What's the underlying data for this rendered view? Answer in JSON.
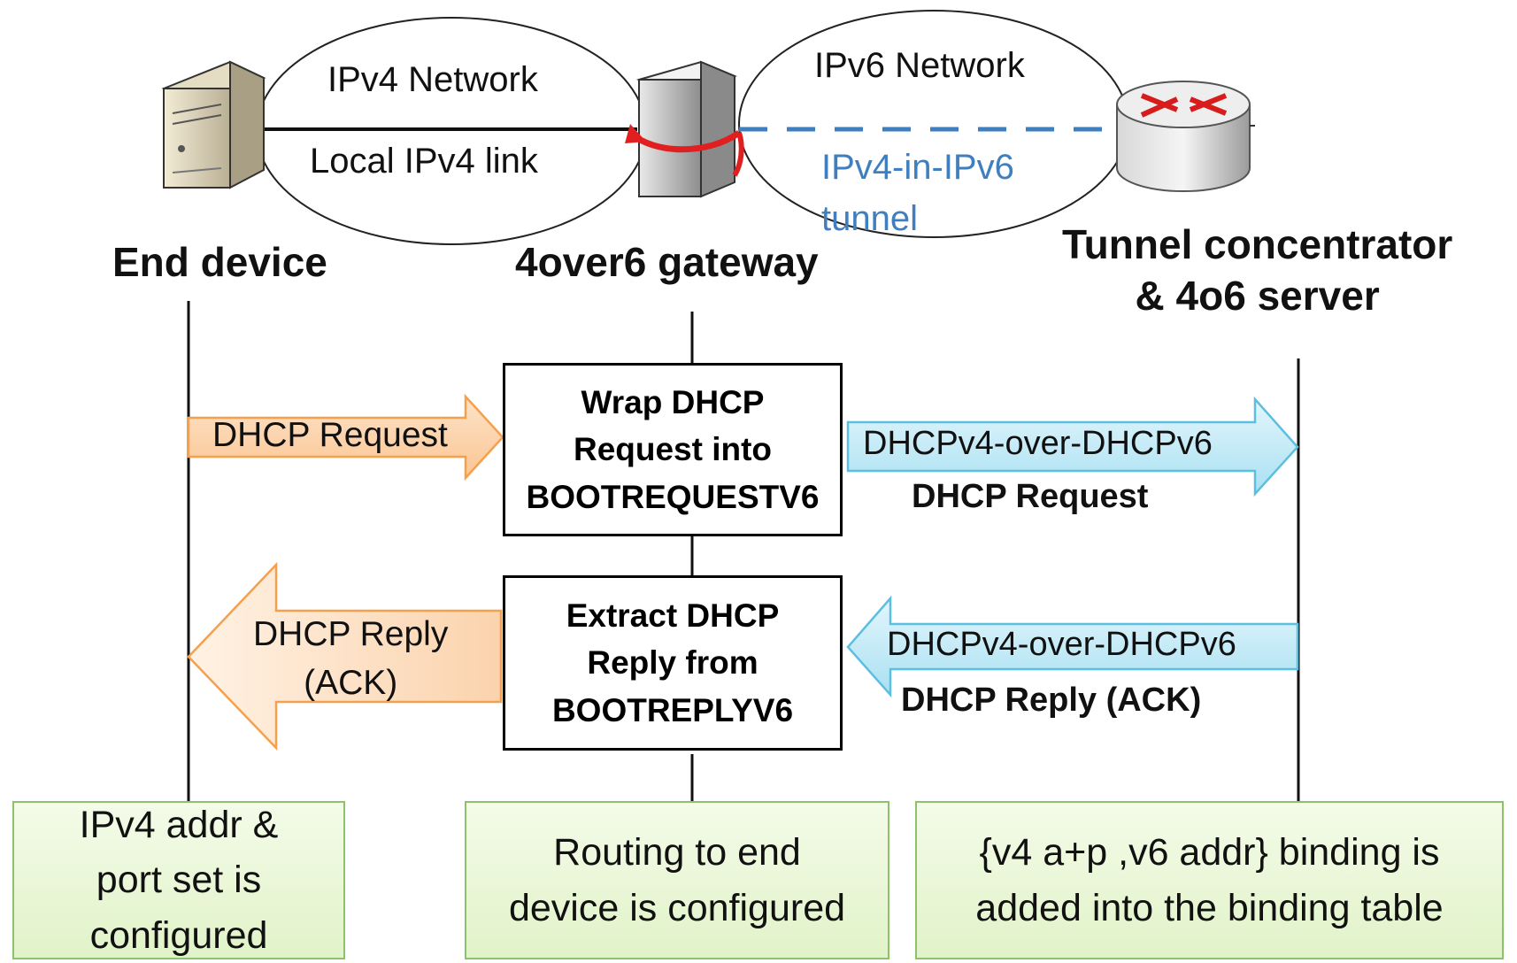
{
  "networks": {
    "ipv4_network": "IPv4 Network",
    "local_link": "Local IPv4 link",
    "ipv6_network": "IPv6 Network",
    "tunnel_line1": "IPv4-in-IPv6",
    "tunnel_line2": "tunnel"
  },
  "nodes": {
    "end_device": "End device",
    "gateway": "4over6 gateway",
    "concentrator_line1": "Tunnel concentrator",
    "concentrator_line2": "& 4o6 server"
  },
  "boxes": {
    "wrap": [
      "Wrap DHCP",
      "Request into",
      "BOOTREQUESTV6"
    ],
    "extract": [
      "Extract DHCP",
      "Reply from",
      "BOOTREPLYV6"
    ]
  },
  "messages": {
    "dhcp_request": "DHCP Request",
    "dhcp_reply_line1": "DHCP Reply",
    "dhcp_reply_line2": "(ACK)",
    "v4v6_request_line1": "DHCPv4-over-DHCPv6",
    "v4v6_request_line2": "DHCP Request",
    "v4v6_reply_line1": "DHCPv4-over-DHCPv6",
    "v4v6_reply_line2": "DHCP Reply (ACK)"
  },
  "notes": {
    "end_device": [
      "IPv4 addr &",
      "port set is",
      "configured"
    ],
    "gateway": [
      "Routing to end",
      "device is configured"
    ],
    "server": [
      "{v4 a+p ,v6 addr} binding is",
      "added into the binding table"
    ]
  },
  "colors": {
    "orange_fill": "#fcd5b0",
    "orange_stroke": "#f5a04c",
    "blue_fill": "#c7ecf7",
    "blue_stroke": "#5dbfdf",
    "tunnel_blue": "#3f7fc0",
    "green_fill": "#e6f5d0"
  }
}
